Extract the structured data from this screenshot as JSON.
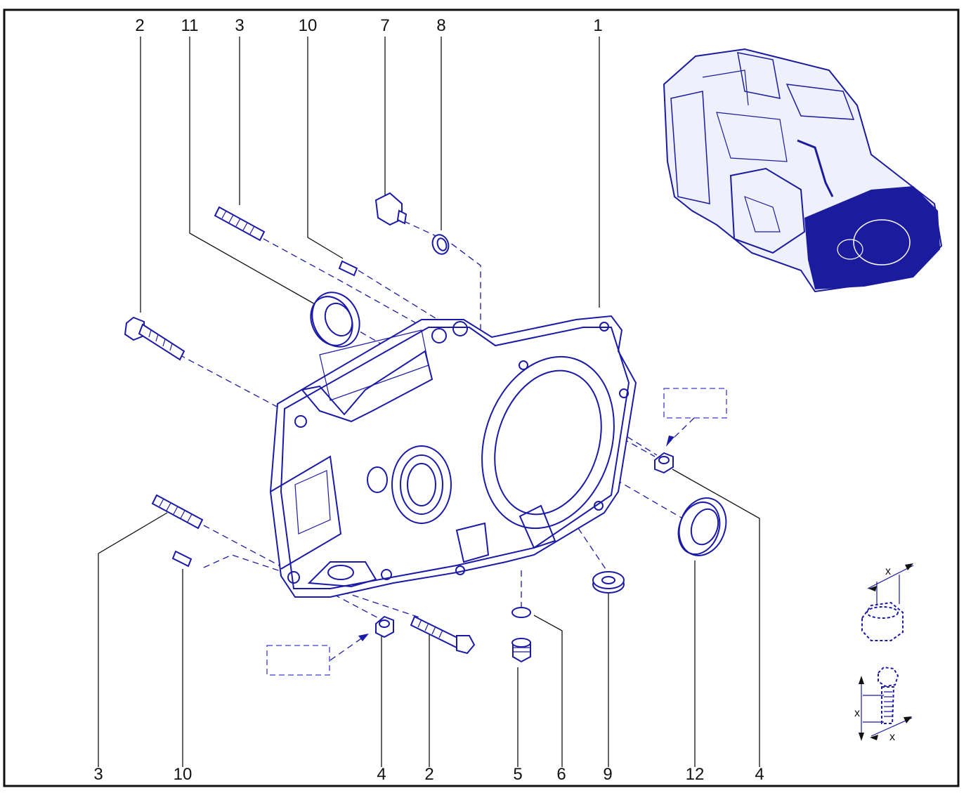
{
  "callouts": {
    "top": [
      "2",
      "11",
      "3",
      "10",
      "7",
      "8",
      "1"
    ],
    "bottom": [
      "3",
      "10",
      "4",
      "2",
      "5",
      "6",
      "9",
      "12",
      "4"
    ]
  },
  "legend": {
    "x_mark": "x"
  },
  "colors": {
    "ink": "#1a1aa6",
    "frame": "#111111",
    "thumbnail_fill": "#1b1b9e"
  }
}
